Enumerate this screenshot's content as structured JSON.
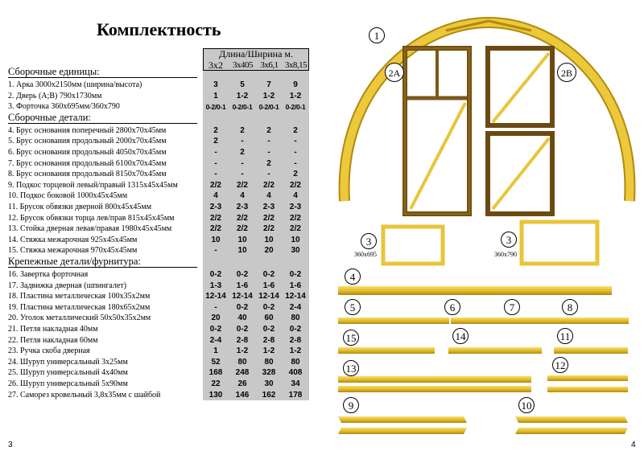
{
  "title": "Комплектность",
  "pages": {
    "left": "3",
    "right": "4"
  },
  "table": {
    "header": "Длина/Ширина м.",
    "columns": [
      "3х2",
      "3х4",
      "05",
      "3х6,1",
      "3х8,15"
    ],
    "sections": [
      {
        "label": "Сборочные единицы:",
        "rows": [
          {
            "name": "1. Арка 3000х2150мм (ширина/высота)",
            "values": [
              "3",
              "5",
              "7",
              "9"
            ]
          },
          {
            "name": "2. Дверь (А;В) 790х1730мм",
            "values": [
              "1",
              "1-2",
              "1-2",
              "1-2"
            ]
          },
          {
            "name": "3. Форточка 360х695мм/360х790",
            "values": [
              "0-2/0-1",
              "0-2/0-1",
              "0-2/0-1",
              "0-2/0-1"
            ]
          }
        ]
      },
      {
        "label": "Сборочные детали:",
        "rows": [
          {
            "name": "4. Брус основания поперечный 2800х70х45мм",
            "values": [
              "2",
              "2",
              "2",
              "2"
            ]
          },
          {
            "name": "5. Брус основания продольный 2000х70х45мм",
            "values": [
              "2",
              "-",
              "-",
              "-"
            ]
          },
          {
            "name": "6. Брус основания продольный 4050х70х45мм",
            "values": [
              "-",
              "2",
              "-",
              "-"
            ]
          },
          {
            "name": "7. Брус основания продольный 6100х70х45мм",
            "values": [
              "-",
              "-",
              "2",
              "-"
            ]
          },
          {
            "name": "8. Брус основания продольный 8150х70х45мм",
            "values": [
              "-",
              "-",
              "-",
              "2"
            ]
          },
          {
            "name": "9. Подкос торцевой левый/правый 1315х45х45мм",
            "values": [
              "2/2",
              "2/2",
              "2/2",
              "2/2"
            ]
          },
          {
            "name": "10. Подкос боковой 1000х45х45мм",
            "values": [
              "4",
              "4",
              "4",
              "4"
            ]
          },
          {
            "name": "11. Брусок обвязки дверной 800х45х45мм",
            "values": [
              "2-3",
              "2-3",
              "2-3",
              "2-3"
            ]
          },
          {
            "name": "12. Брусок обвязки торца лев/прав 815х45х45мм",
            "values": [
              "2/2",
              "2/2",
              "2/2",
              "2/2"
            ]
          },
          {
            "name": "13. Стойка дверная левая/правая 1980х45х45мм",
            "values": [
              "2/2",
              "2/2",
              "2/2",
              "2/2"
            ]
          },
          {
            "name": "14. Стяжка межарочная 925х45х45мм",
            "values": [
              "10",
              "10",
              "10",
              "10"
            ]
          },
          {
            "name": "15. Стяжка межарочная 970х45х45мм",
            "values": [
              "-",
              "10",
              "20",
              "30"
            ]
          }
        ]
      },
      {
        "label": "Крепежные детали/фурнитура:",
        "rows": [
          {
            "name": "16. Завертка форточная",
            "values": [
              "0-2",
              "0-2",
              "0-2",
              "0-2"
            ]
          },
          {
            "name": "17. Задвижка дверная (шпингалет)",
            "values": [
              "1-3",
              "1-6",
              "1-6",
              "1-6"
            ]
          },
          {
            "name": "18. Пластина металлическая 100х35х2мм",
            "values": [
              "12-14",
              "12-14",
              "12-14",
              "12-14"
            ]
          },
          {
            "name": "19. Пластина металлическая 180х65х2мм",
            "values": [
              "-",
              "0-2",
              "0-2",
              "2-4"
            ]
          },
          {
            "name": "20. Уголок металлический 50х50х35х2мм",
            "values": [
              "20",
              "40",
              "60",
              "80"
            ]
          },
          {
            "name": "21. Петля накладная 40мм",
            "values": [
              "0-2",
              "0-2",
              "0-2",
              "0-2"
            ]
          },
          {
            "name": "22. Петля накладная 60мм",
            "values": [
              "2-4",
              "2-8",
              "2-8",
              "2-8"
            ]
          },
          {
            "name": "23. Ручка скоба дверная",
            "values": [
              "1",
              "1-2",
              "1-2",
              "1-2"
            ]
          },
          {
            "name": "24. Шуруп универсальный 3х25мм",
            "values": [
              "52",
              "80",
              "80",
              "80"
            ]
          },
          {
            "name": "25. Шуруп универсальный 4х40мм",
            "values": [
              "168",
              "248",
              "328",
              "408"
            ]
          },
          {
            "name": "26. Шуруп универсальный 5х90мм",
            "values": [
              "22",
              "26",
              "30",
              "34"
            ]
          },
          {
            "name": "27. Саморез кровельный 3,8х35мм с шайбой",
            "values": [
              "130",
              "146",
              "162",
              "178"
            ]
          }
        ]
      }
    ]
  },
  "diagram": {
    "labels": {
      "arch": "1",
      "door_a": "2А",
      "door_b": "2В",
      "vent": "3",
      "p4": "4",
      "p5": "5",
      "p6": "6",
      "p7": "7",
      "p8": "8",
      "p9": "9",
      "p10": "10",
      "p11": "11",
      "p12": "12",
      "p13": "13",
      "p14": "14",
      "p15": "15"
    },
    "vent_sizes": {
      "left": "360х695",
      "right": "360х790"
    },
    "colors": {
      "wood": "#e8c53a",
      "wood_dark": "#b08a10",
      "frame": "#7a5a1a"
    }
  }
}
